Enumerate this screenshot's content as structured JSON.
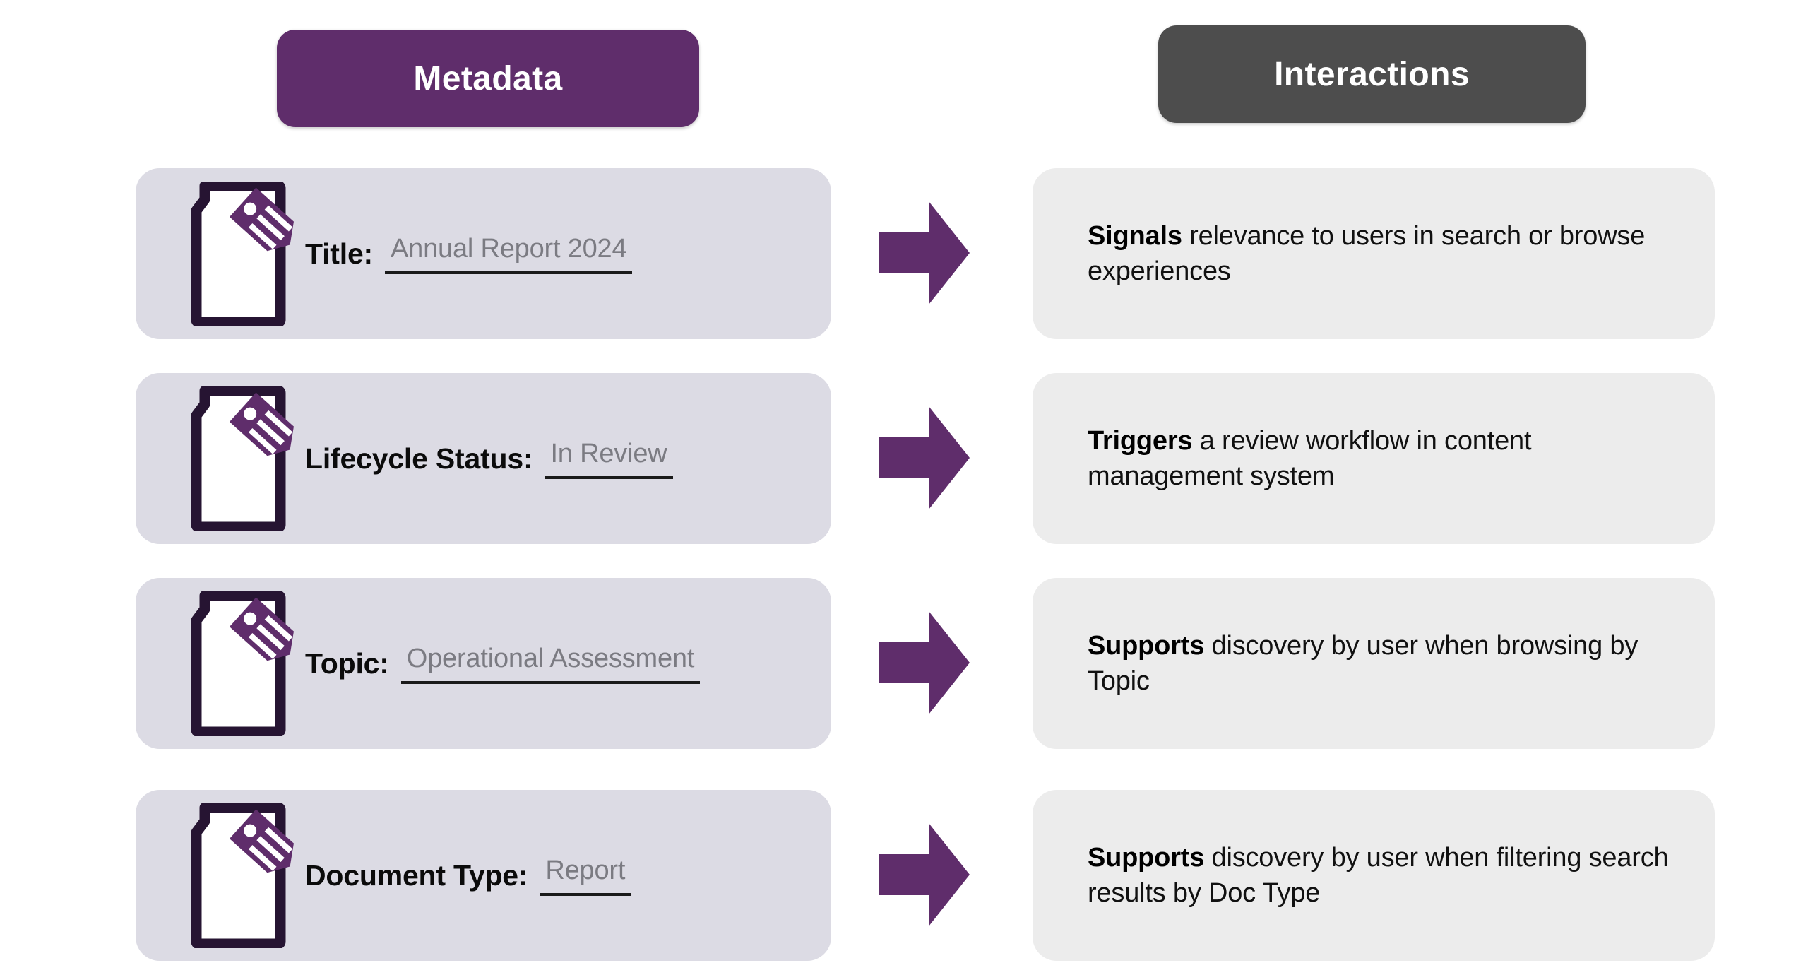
{
  "columns": {
    "metadata_header": "Metadata",
    "interactions_header": "Interactions",
    "metadata_header_color": "#5f2d6b",
    "interactions_header_color": "#4d4d4d"
  },
  "colors": {
    "accent_purple": "#5f2d6b",
    "doc_outline": "#261432",
    "meta_card_bg": "#dcdbe4",
    "inter_card_bg": "#ececec",
    "value_text": "#7b7b82",
    "arrow": "#5f2d6b"
  },
  "rows": [
    {
      "icon": "document-tag-icon",
      "label": "Title:",
      "value": "Annual Report 2024",
      "arrow": "arrow-right-icon",
      "interaction_lead": "Signals",
      "interaction_rest": " relevance to users in search or browse experiences"
    },
    {
      "icon": "document-tag-icon",
      "label": "Lifecycle Status:",
      "value": "In Review",
      "arrow": "arrow-right-icon",
      "interaction_lead": "Triggers",
      "interaction_rest": " a review workflow in content management system"
    },
    {
      "icon": "document-tag-icon",
      "label": "Topic:",
      "value": "Operational Assessment",
      "arrow": "arrow-right-icon",
      "interaction_lead": "Supports",
      "interaction_rest": " discovery by user when browsing by Topic"
    },
    {
      "icon": "document-tag-icon",
      "label": "Document Type:",
      "value": "Report",
      "arrow": "arrow-right-icon",
      "interaction_lead": "Supports",
      "interaction_rest": " discovery by user when filtering search results by Doc Type"
    }
  ]
}
